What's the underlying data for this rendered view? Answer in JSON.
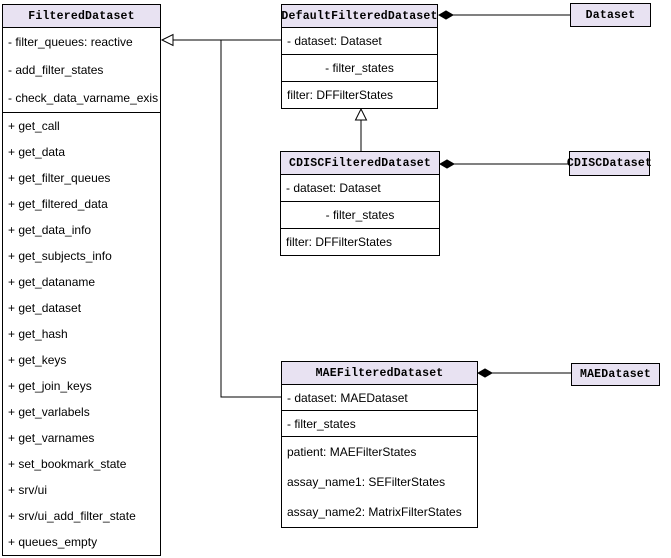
{
  "classes": {
    "filtered": {
      "title": "FilteredDataset",
      "attributes": [
        "- filter_queues: reactive",
        "- add_filter_states",
        "- check_data_varname_exis"
      ],
      "methods": [
        "+ get_call",
        "+ get_data",
        "+ get_filter_queues",
        "+ get_filtered_data",
        "+ get_data_info",
        "+ get_subjects_info",
        "+ get_dataname",
        "+ get_dataset",
        "+ get_hash",
        "+ get_keys",
        "+ get_join_keys",
        "+ get_varlabels",
        "+ get_varnames",
        "+ set_bookmark_state",
        "+ srv/ui",
        "+ srv/ui_add_filter_state",
        "+ queues_empty"
      ]
    },
    "default_filtered": {
      "title": "DefaultFilteredDataset",
      "rows": [
        "- dataset: Dataset",
        "- filter_states",
        "filter: DFFilterStates"
      ]
    },
    "dataset": {
      "title": "Dataset"
    },
    "cdisc_filtered": {
      "title": "CDISCFilteredDataset",
      "rows": [
        "- dataset: Dataset",
        "- filter_states",
        "filter: DFFilterStates"
      ]
    },
    "cdisc_dataset": {
      "title": "CDISCDataset"
    },
    "mae_filtered": {
      "title": "MAEFilteredDataset",
      "rows": [
        "- dataset: MAEDataset",
        "- filter_states"
      ],
      "filter_states": [
        "patient: MAEFilterStates",
        "assay_name1: SEFilterStates",
        "assay_name2: MatrixFilterStates"
      ]
    },
    "mae_dataset": {
      "title": "MAEDataset"
    }
  },
  "relationships": [
    {
      "from": "DefaultFilteredDataset",
      "to": "FilteredDataset",
      "type": "generalization"
    },
    {
      "from": "MAEFilteredDataset",
      "to": "FilteredDataset",
      "type": "generalization"
    },
    {
      "from": "CDISCFilteredDataset",
      "to": "DefaultFilteredDataset",
      "type": "generalization"
    },
    {
      "from": "DefaultFilteredDataset",
      "to": "Dataset",
      "type": "composition"
    },
    {
      "from": "CDISCFilteredDataset",
      "to": "CDISCDataset",
      "type": "composition"
    },
    {
      "from": "MAEFilteredDataset",
      "to": "MAEDataset",
      "type": "composition"
    }
  ],
  "colors": {
    "class_header_fill": "#e8e2f2",
    "border": "#000000",
    "background": "#ffffff"
  }
}
